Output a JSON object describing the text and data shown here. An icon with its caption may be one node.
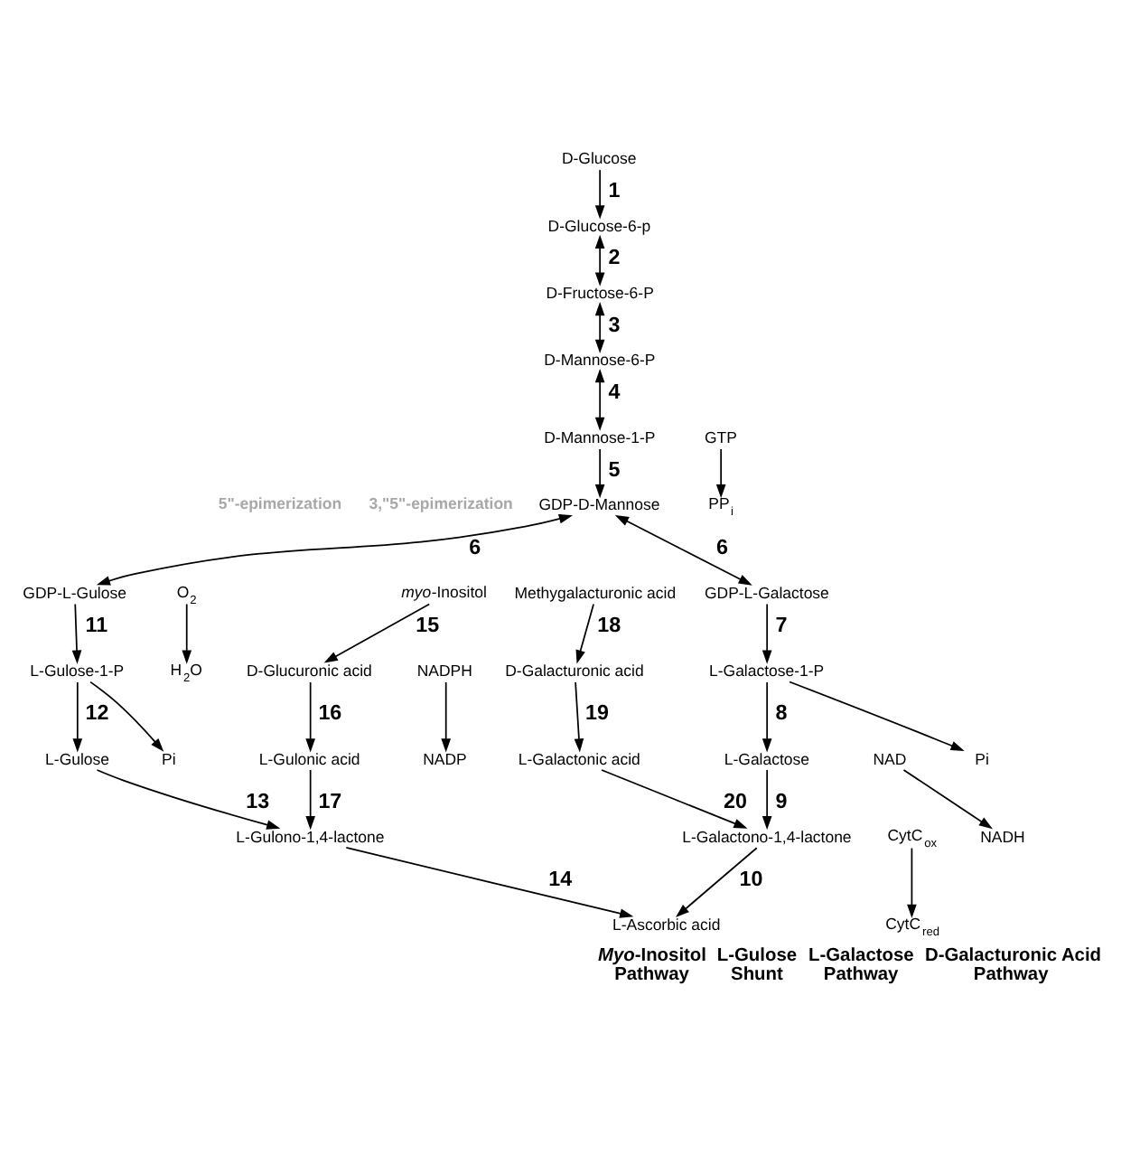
{
  "diagram": {
    "nodes": [
      {
        "text": [
          "D-Glucose"
        ]
      },
      {
        "text": [
          "D-Glucose-6-p"
        ]
      },
      {
        "text": [
          "D-Fructose-6-P"
        ]
      },
      {
        "text": [
          "D-Mannose-6-P"
        ]
      },
      {
        "text": [
          "D-Mannose-1-P"
        ]
      },
      {
        "text": [
          "GTP"
        ]
      },
      {
        "text": [
          "PP$_{i}$"
        ]
      },
      {
        "text": [
          "*myo*-Inositol"
        ]
      },
      {
        "text": [
          "O$_{2}$"
        ]
      },
      {
        "text": [
          "H$_{2}$O"
        ]
      },
      {
        "text": [
          "GDP-D-Mannose"
        ]
      },
      {
        "text": [
          "GDP-L-Gulose"
        ]
      },
      {
        "text": [
          "GDP-L-Galactose"
        ]
      },
      {
        "text": [
          "Methygalacturonic acid"
        ]
      },
      {
        "text": [
          "D-Glucuronic acid"
        ]
      },
      {
        "text": [
          "L-Gulose-1-P"
        ]
      },
      {
        "text": [
          "L-Galactose-1-P"
        ]
      },
      {
        "text": [
          "D-Galacturonic acid"
        ]
      },
      {
        "text": [
          "NADPH"
        ]
      },
      {
        "text": [
          "NADP"
        ]
      },
      {
        "text": [
          "Pi"
        ]
      },
      {
        "text": [
          "Pi"
        ]
      },
      {
        "text": [
          "L-Gulonic acid"
        ]
      },
      {
        "text": [
          "L-Gulose"
        ]
      },
      {
        "text": [
          "L-Galactose"
        ]
      },
      {
        "text": [
          "L-Galactonic acid"
        ]
      },
      {
        "text": [
          "NAD"
        ]
      },
      {
        "text": [
          "NADH"
        ]
      },
      {
        "text": [
          "L-Gulono-1,4-lactone"
        ]
      },
      {
        "text": [
          "L-Galactono-1,4-lactone"
        ]
      },
      {
        "text": [
          "CytC$_{ox}$"
        ]
      },
      {
        "text": [
          "CytC$_{red}$"
        ]
      },
      {
        "text": [
          "L-Ascorbic acid"
        ]
      }
    ],
    "edges": [
      {
        "from": 0,
        "to": 1,
        "arrow": "to",
        "label": "1"
      },
      {
        "from": 1,
        "to": 2,
        "arrow": "both",
        "label": "2"
      },
      {
        "from": 2,
        "to": 3,
        "arrow": "both",
        "label": "3"
      },
      {
        "from": 3,
        "to": 4,
        "arrow": "both",
        "label": "4"
      },
      {
        "from": 4,
        "to": 10,
        "arrow": "to",
        "label": "5"
      },
      {
        "from": 5,
        "to": 6,
        "arrow": "to"
      },
      {
        "from": 7,
        "to": 14,
        "arrow": "to",
        "label": "15"
      },
      {
        "from": 8,
        "to": 9,
        "arrow": "to"
      },
      {
        "from": 10,
        "to": 11,
        "arrow": "both",
        "label": "6"
      },
      {
        "from": 10,
        "to": 12,
        "arrow": "both",
        "label": "6"
      },
      {
        "from": 13,
        "to": 17,
        "arrow": "to",
        "label": "18"
      },
      {
        "from": 11,
        "to": 15,
        "arrow": "to",
        "label": "11"
      },
      {
        "from": 12,
        "to": 16,
        "arrow": "to",
        "label": "7"
      },
      {
        "from": 14,
        "to": 22,
        "arrow": "to",
        "label": "16"
      },
      {
        "from": 18,
        "to": 19,
        "arrow": "to"
      },
      {
        "from": 17,
        "to": 25,
        "arrow": "to",
        "label": "19"
      },
      {
        "from": 15,
        "to": 23,
        "arrow": "to",
        "label": "12"
      },
      {
        "from": 15,
        "to": 20,
        "arrow": "to"
      },
      {
        "from": 16,
        "to": 24,
        "arrow": "to",
        "label": "8"
      },
      {
        "from": 16,
        "to": 21,
        "arrow": "to"
      },
      {
        "from": 26,
        "to": 27,
        "arrow": "to"
      },
      {
        "from": 25,
        "to": 29,
        "arrow": "to",
        "label": "20"
      },
      {
        "from": 23,
        "to": 28,
        "arrow": "to",
        "label": "13"
      },
      {
        "from": 22,
        "to": 28,
        "arrow": "to",
        "label": "17"
      },
      {
        "from": 24,
        "to": 29,
        "arrow": "to",
        "label": "9"
      },
      {
        "from": 28,
        "to": 32,
        "arrow": "to",
        "label": "14"
      },
      {
        "from": 29,
        "to": 32,
        "arrow": "to",
        "label": "10"
      },
      {
        "from": 30,
        "to": 31,
        "arrow": "to"
      }
    ],
    "labels": [
      "5\"-epimerization",
      "3,\"5\"-epimerization",
      "*Myo*-Inositol Pathway",
      "L-Gulose Shunt",
      "L-Galactose Pathway",
      "D-Galacturonic Acid Pathway"
    ]
  }
}
